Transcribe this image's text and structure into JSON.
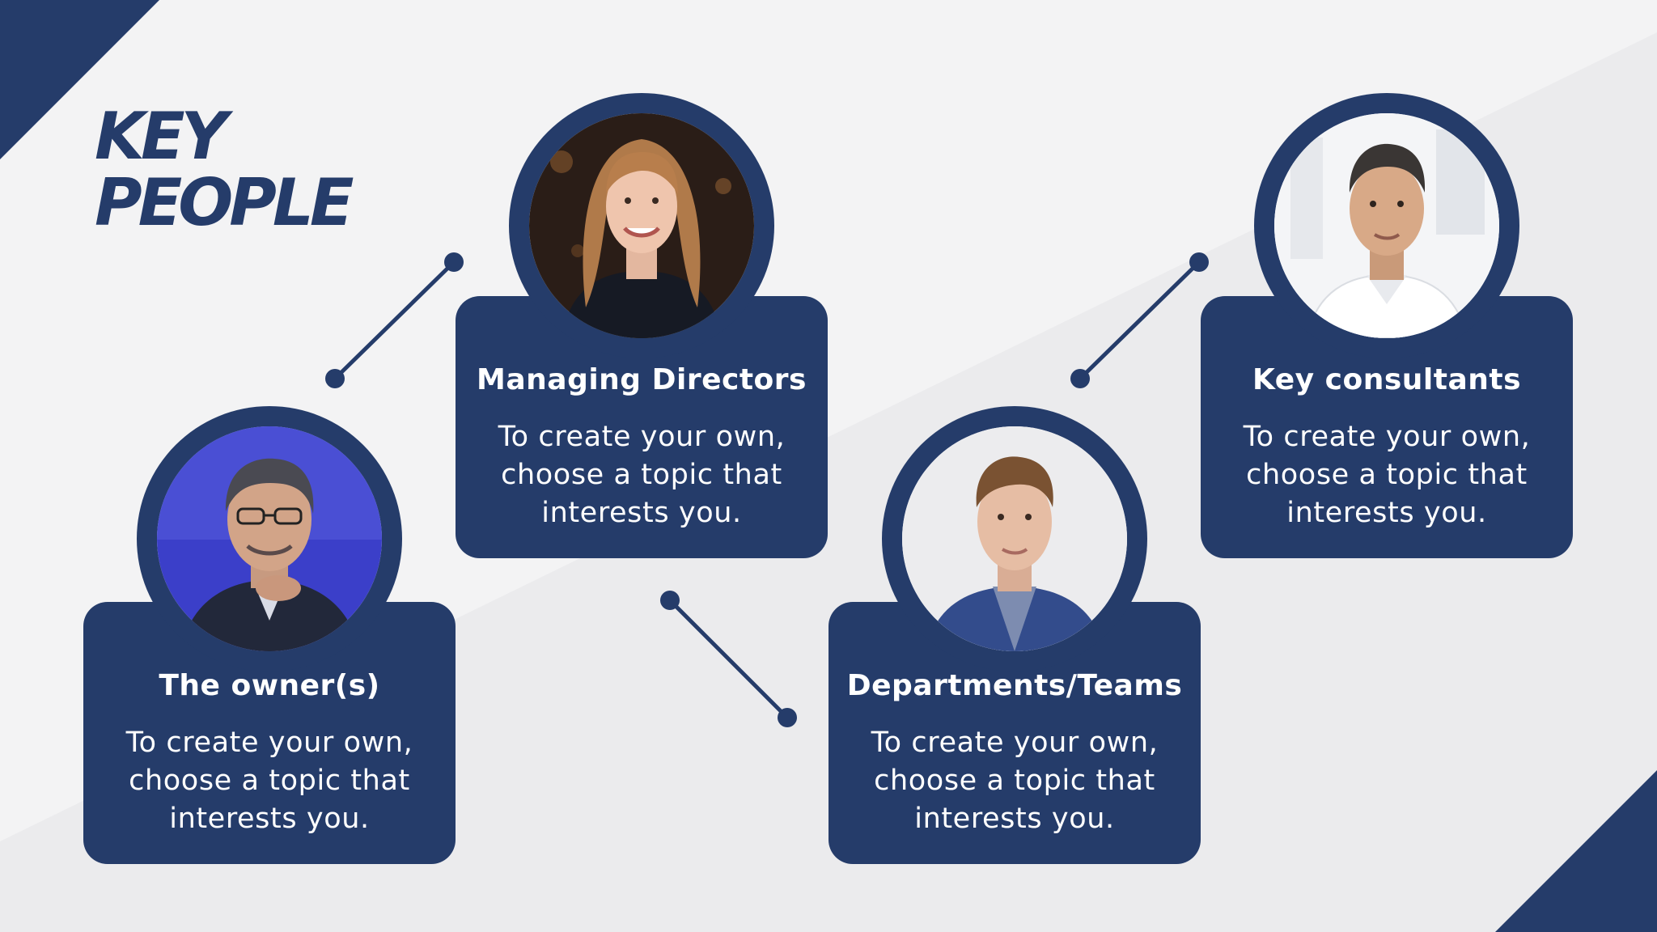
{
  "title": {
    "line1": "KEY",
    "line2": "PEOPLE"
  },
  "colors": {
    "navy": "#253c6a",
    "background": "#f3f3f4",
    "text_on_card": "#ffffff"
  },
  "cards": [
    {
      "title": "The owner(s)",
      "body": "To create your own, choose a topic that interests you.",
      "photo": "photo-man-glasses-suit"
    },
    {
      "title": "Managing Directors",
      "body": "To create your own, choose a topic that interests you.",
      "photo": "photo-woman-long-hair"
    },
    {
      "title": "Departments/Teams",
      "body": "To create your own, choose a topic that interests you.",
      "photo": "photo-young-man-blazer"
    },
    {
      "title": "Key consultants",
      "body": "To create your own, choose a topic that interests you.",
      "photo": "photo-man-polo-shirt"
    }
  ]
}
